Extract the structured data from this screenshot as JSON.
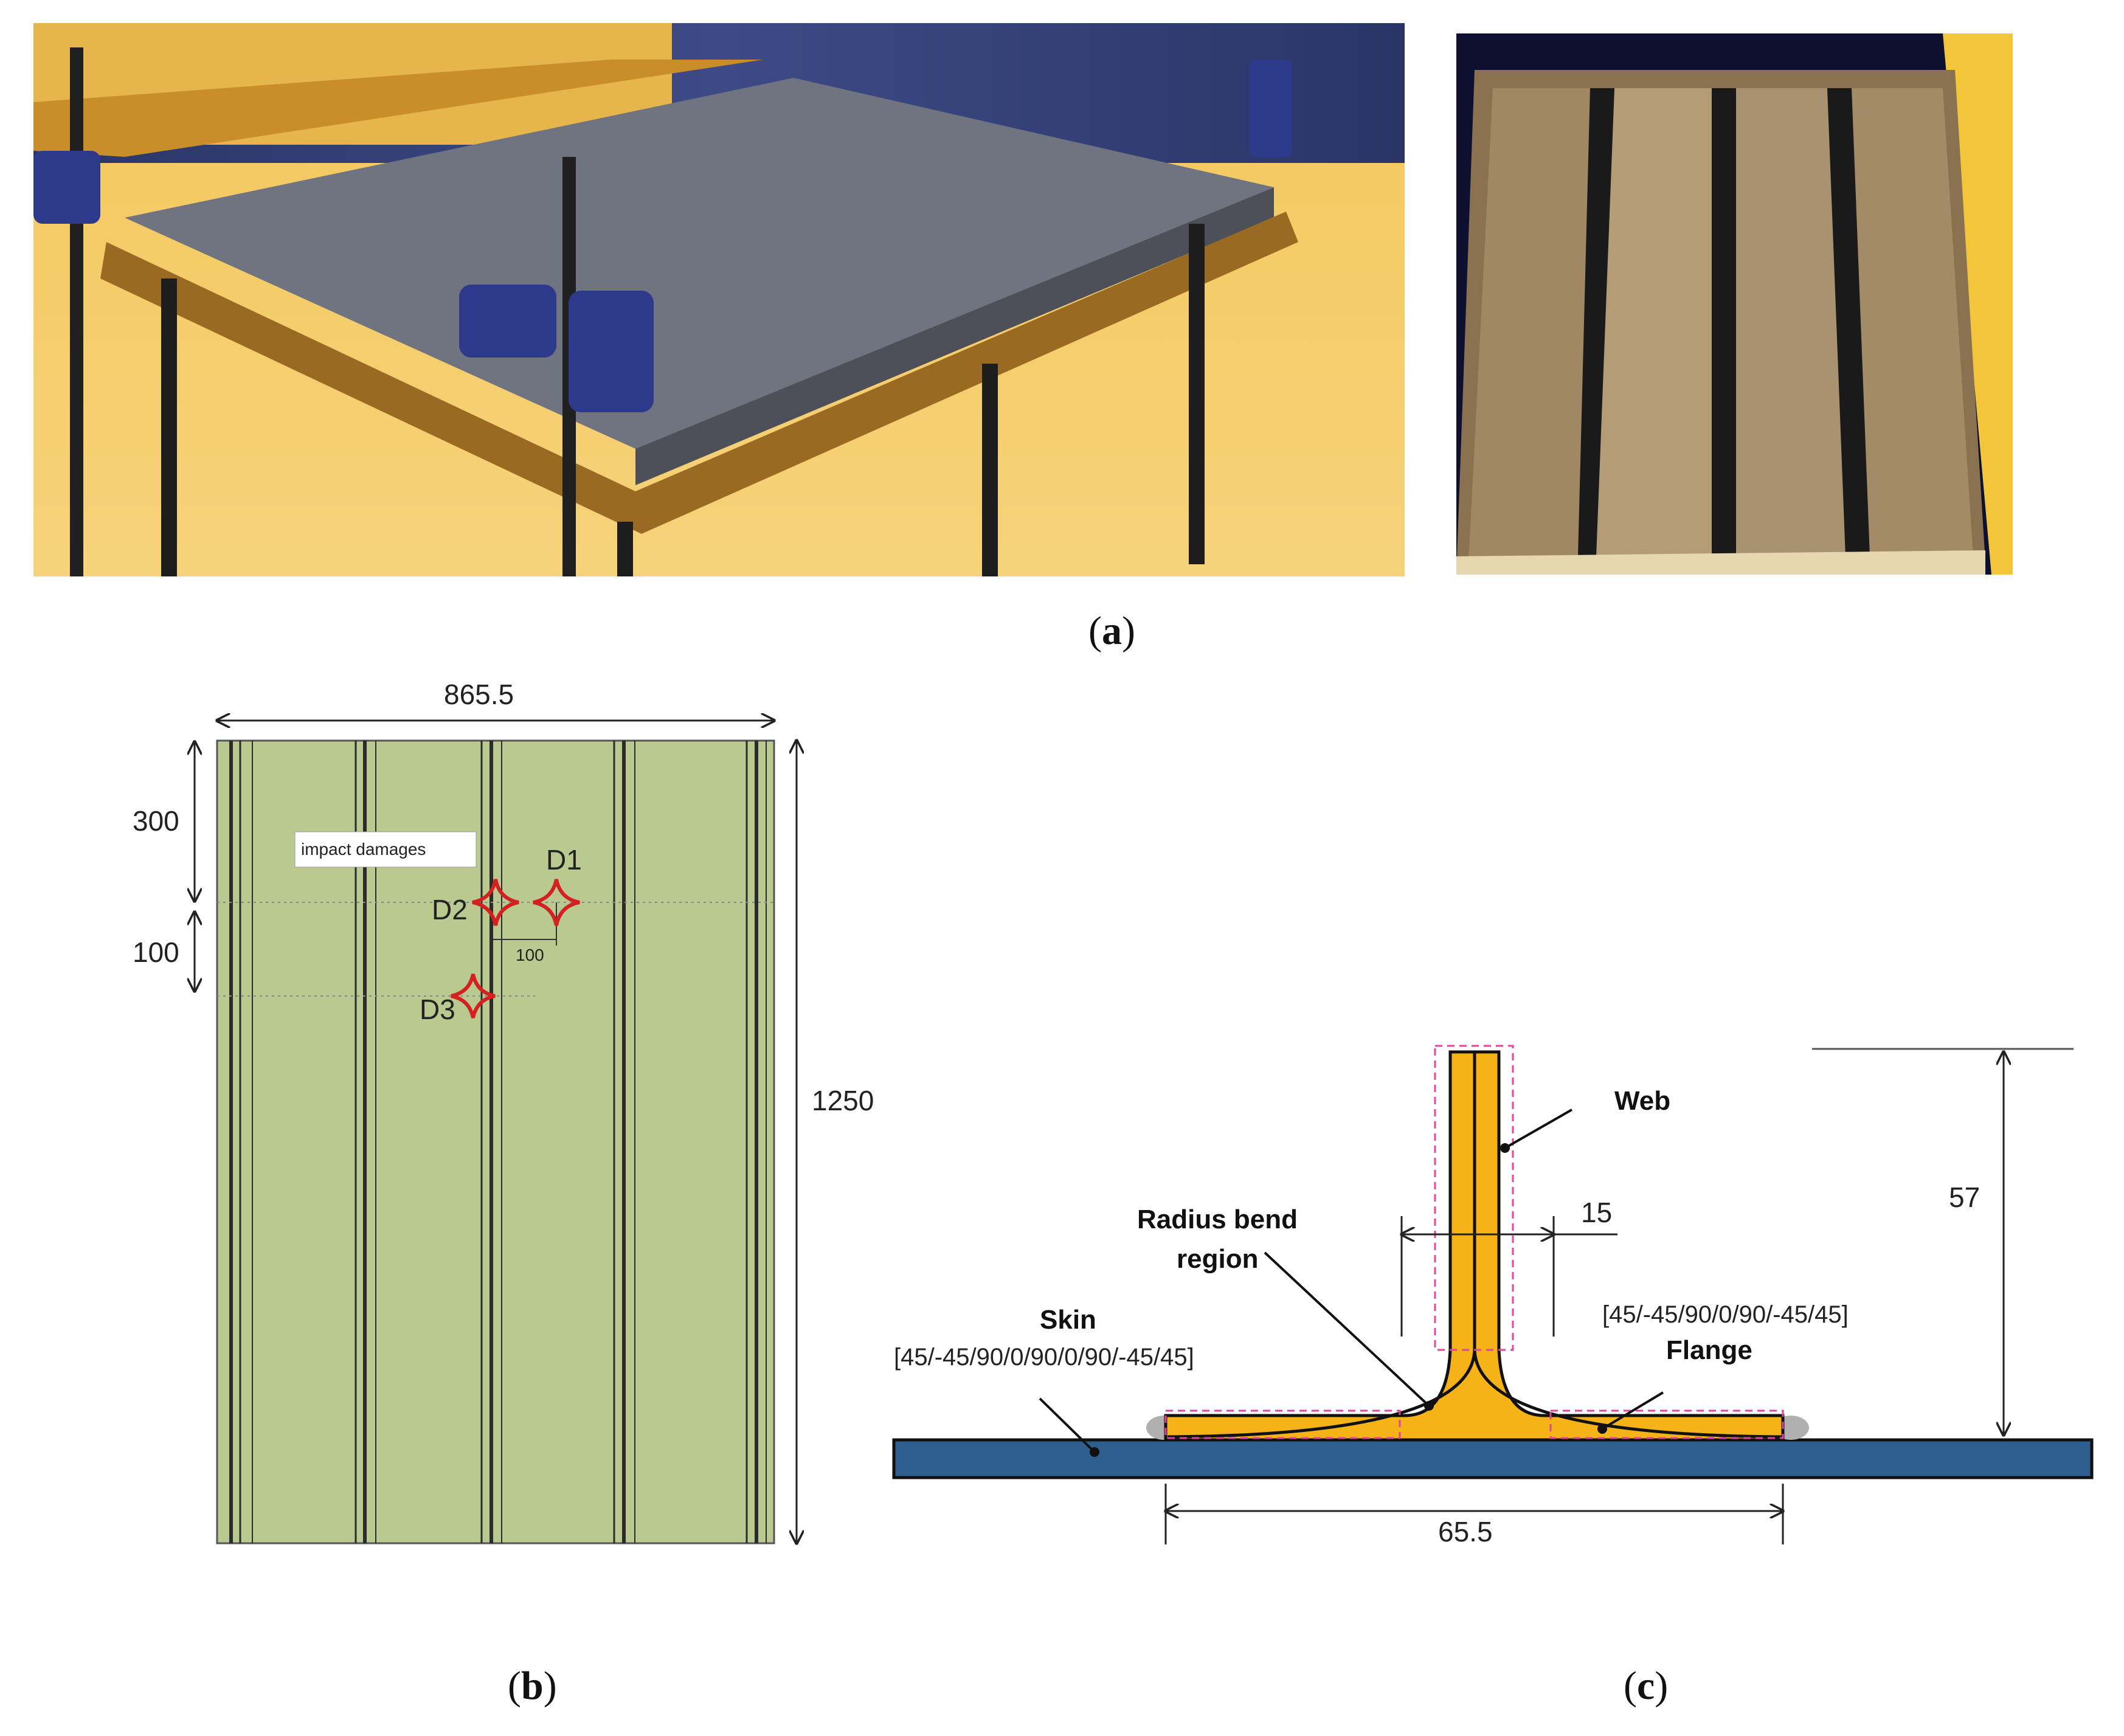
{
  "captions": {
    "a": "a",
    "b": "b",
    "c": "c"
  },
  "panel_b": {
    "width": "865.5",
    "height": "1250",
    "top_offset": "300",
    "row_spacing": "100",
    "col_spacing": "100",
    "note": "impact damages",
    "damages": [
      "D1",
      "D2",
      "D3"
    ],
    "colors": {
      "panel": "#b9c98f",
      "stringer": "#2b2b2b",
      "damage": "#d42020"
    }
  },
  "panel_c": {
    "labels": {
      "web": "Web",
      "radius_bend_1": "Radius bend",
      "radius_bend_2": "region",
      "skin": "Skin",
      "flange": "Flange"
    },
    "layups": {
      "skin": "[45/-45/90/0/90/0/90/-45/45]",
      "flange": "[45/-45/90/0/90/-45/45]"
    },
    "dims": {
      "flange_width": "65.5",
      "height": "57",
      "bend_width": "15"
    },
    "colors": {
      "skin": "#2e5f8f",
      "stringer": "#f5b318",
      "outline": "#e0459b",
      "adhesive": "#b0b0b0"
    }
  }
}
